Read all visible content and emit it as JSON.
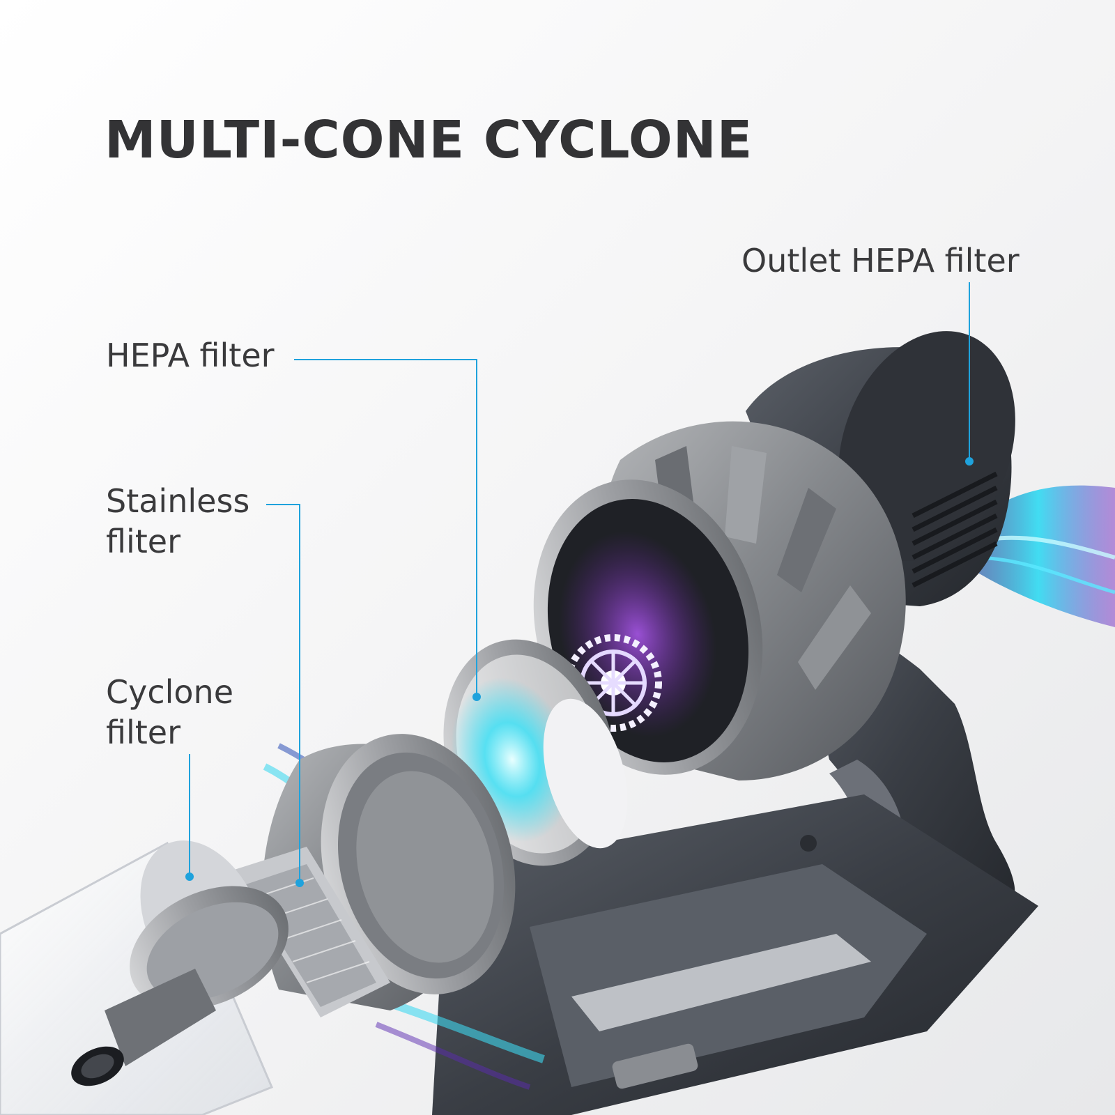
{
  "title": "MULTI-CONE CYCLONE",
  "labels": {
    "outlet_hepa": "Outlet HEPA filter",
    "hepa": "HEPA filter",
    "stainless_line1": "Stainless",
    "stainless_line2": "fliter",
    "cyclone_line1": "Cyclone",
    "cyclone_line2": "filter"
  },
  "colors": {
    "callout_line": "#1fa2dc",
    "airflow": "#22d4f0",
    "airflow_purple": "#8a3cc8",
    "body_dark": "#3b3f46",
    "body_metal": "#7c7f84"
  }
}
